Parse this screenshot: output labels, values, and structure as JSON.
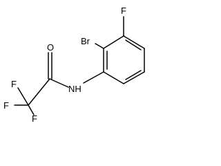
{
  "structure": {
    "atoms": {
      "oxygen": "O",
      "nitrogen_hydrogen": "NH",
      "bromine": "Br",
      "fluorine_ring": "F",
      "fluorine_left": "F",
      "fluorine_right": "F",
      "fluorine_bottom": "F"
    }
  },
  "colors": {
    "bond": "#000000",
    "label": "#000000",
    "background": "#ffffff"
  }
}
